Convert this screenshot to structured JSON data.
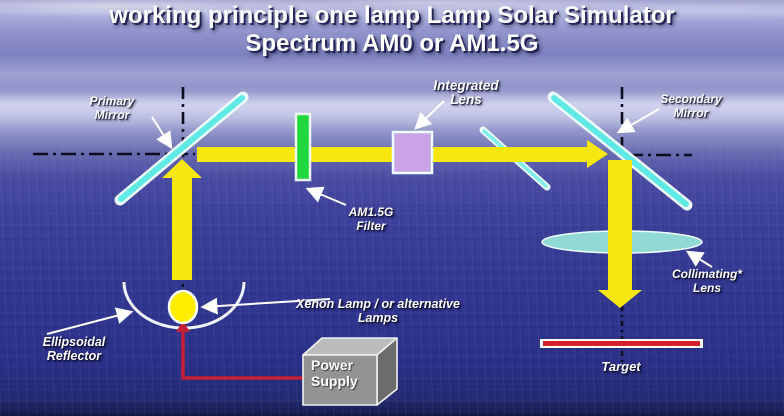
{
  "title": {
    "line1": "working principle one lamp Lamp Solar Simulator",
    "line2": "Spectrum AM0 or AM1.5G"
  },
  "labels": {
    "primary_mirror": "Primary\nMirror",
    "integrated_lens": "Integrated\nLens",
    "secondary_mirror": "Secondary\nMirror",
    "am15g_filter": "AM1.5G\nFilter",
    "collimating_lens": "Collimating*\nLens",
    "xenon_lamp": "Xenon Lamp / or alternative\nLamps",
    "ellipsoidal_reflector": "Ellipsoidal\nReflector",
    "target": "Target",
    "power_supply": "Power\nSupply"
  },
  "colors": {
    "beam_yellow": "#f6e70e",
    "mirror_cyan": "#5fe9e4",
    "mirror_edge": "#eefcfb",
    "splitter_cyan": "#7deee9",
    "filter_green": "#1ed83e",
    "filter_edge": "#eef7ee",
    "integrated_lens_purple": "#c9a3e6",
    "collimating_cyan": "#90d9d5",
    "lamp_yellow": "#ffee00",
    "target_red": "#d4232e",
    "wire_red": "#c51f35",
    "axis_black": "#0d0d20",
    "pointer_white": "#ffffff",
    "reflector_white": "#f2f4fa",
    "box_top_gray": "#bcbcbc",
    "box_front_gray": "#939393",
    "box_side_gray": "#6c6c6c"
  }
}
